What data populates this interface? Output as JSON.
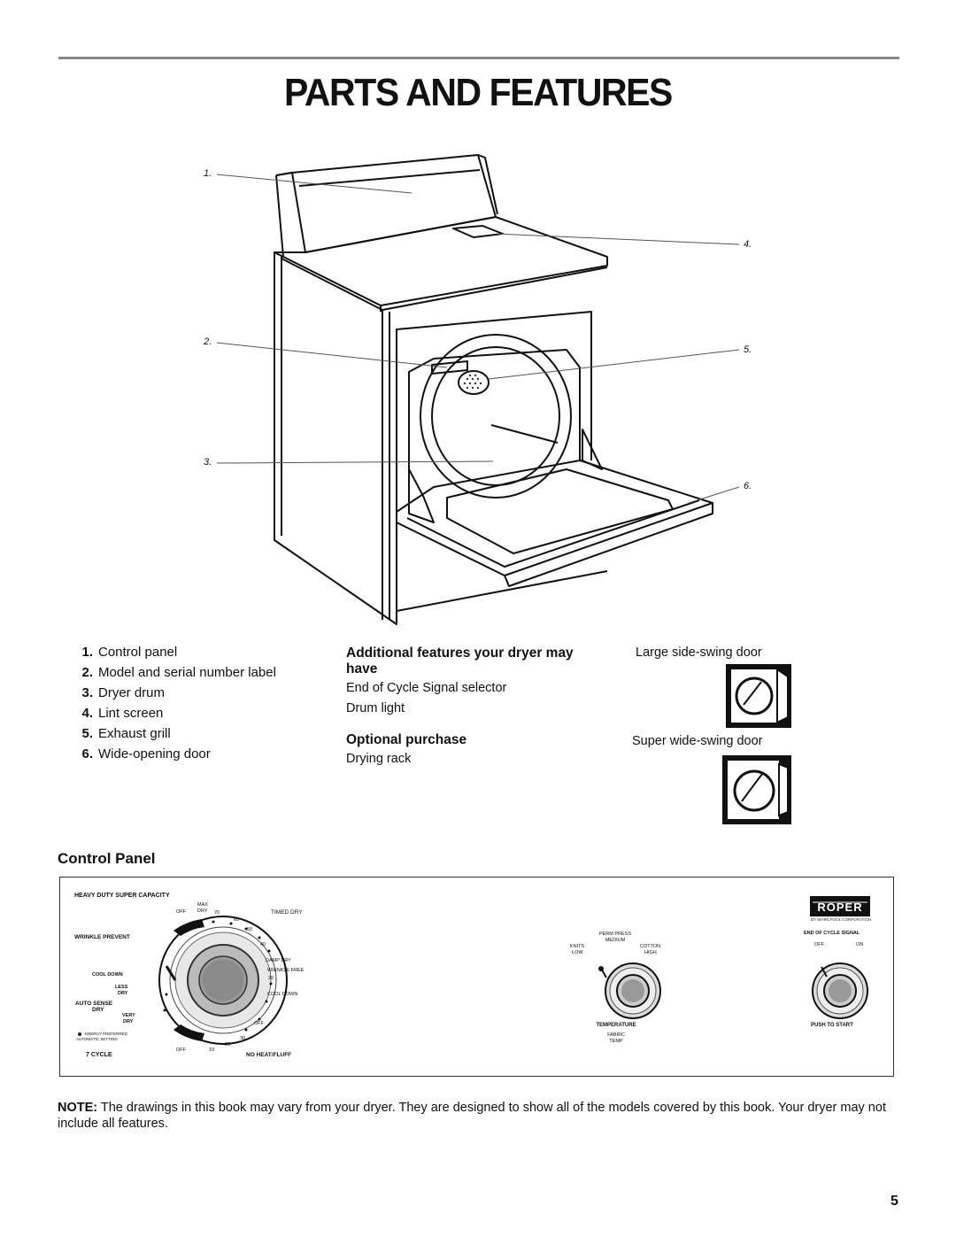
{
  "page_title": "PARTS AND FEATURES",
  "callouts": [
    "1.",
    "2.",
    "3.",
    "4.",
    "5.",
    "6."
  ],
  "parts": [
    {
      "num": "1.",
      "label": "Control panel"
    },
    {
      "num": "2.",
      "label": "Model and serial number label"
    },
    {
      "num": "3.",
      "label": "Dryer drum"
    },
    {
      "num": "4.",
      "label": "Lint screen"
    },
    {
      "num": "5.",
      "label": "Exhaust grill"
    },
    {
      "num": "6.",
      "label": "Wide-opening door"
    }
  ],
  "additional": {
    "heading": "Additional features your dryer may have",
    "items": [
      "End of Cycle Signal selector",
      "Drum light"
    ]
  },
  "optional": {
    "heading": "Optional purchase",
    "items": [
      "Drying rack"
    ]
  },
  "doors": {
    "large": "Large side-swing door",
    "super": "Super wide-swing door"
  },
  "control_panel": {
    "section_title": "Control Panel",
    "brand": "ROPER",
    "brand_sub": "BY WHIRLPOOL CORPORATION",
    "heading": "HEAVY DUTY SUPER CAPACITY",
    "left_labels": {
      "wrinkle_prevent": "WRINKLE PREVENT",
      "cool_down": "COOL DOWN",
      "less": "LESS",
      "dry": "DRY",
      "auto_sense": "AUTO SENSE",
      "auto_dry": "DRY",
      "very": "VERY",
      "very_dry": "DRY",
      "energy1": "ENERGY PREFERRED",
      "energy2": "AUTOMATIC SETTING",
      "seven_cycle": "7 CYCLE"
    },
    "dial_labels": {
      "off_top": "OFF",
      "max": "MAX",
      "dry": "DRY",
      "n70": "70",
      "n60a": "60",
      "n50": "50",
      "n40": "40",
      "n30": "30",
      "n20": "20",
      "n10": "10",
      "off_bottom": "OFF",
      "off_right": "OFF"
    },
    "right_labels": {
      "timed_dry": "TIMED DRY",
      "damp_dry": "DAMP DRY",
      "wrinkle_free": "WRINKLE FREE",
      "wf20": "20",
      "cool_down": "COOL DOWN",
      "no_heat": "NO HEAT/FLUFF"
    },
    "temperature": {
      "perm_press": "PERM PRESS",
      "medium": "MEDIUM",
      "knits": "KNITS",
      "low": "LOW",
      "cotton": "COTTON",
      "high": "HIGH",
      "label": "TEMPERATURE",
      "fabric": "FABRIC",
      "temp": "TEMP"
    },
    "signal": {
      "label": "END OF CYCLE SIGNAL",
      "off": "OFF",
      "on": "ON",
      "push": "PUSH TO START"
    }
  },
  "note": {
    "label": "NOTE:",
    "text": " The drawings in this book may vary from your dryer. They are designed to show all of the models covered by this book. Your dryer may not include all features."
  },
  "page_number": "5"
}
